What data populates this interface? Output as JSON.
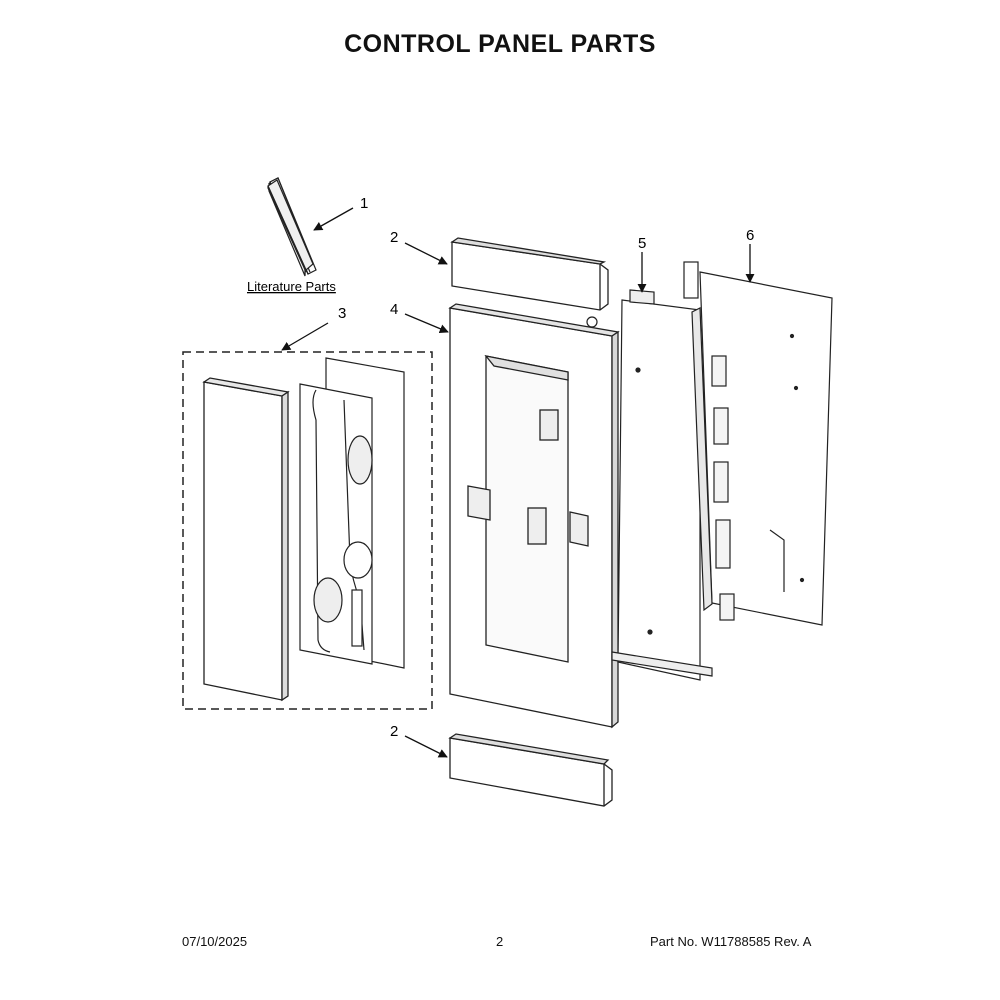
{
  "title": "CONTROL PANEL PARTS",
  "callouts": {
    "c1": "1",
    "c2_top": "2",
    "c3": "3",
    "c4": "4",
    "c5": "5",
    "c6": "6",
    "c2_bottom": "2"
  },
  "literature_label": "Literature Parts",
  "footer": {
    "date": "07/10/2025",
    "page": "2",
    "part_number": "Part No.  W11788585  Rev.  A"
  }
}
